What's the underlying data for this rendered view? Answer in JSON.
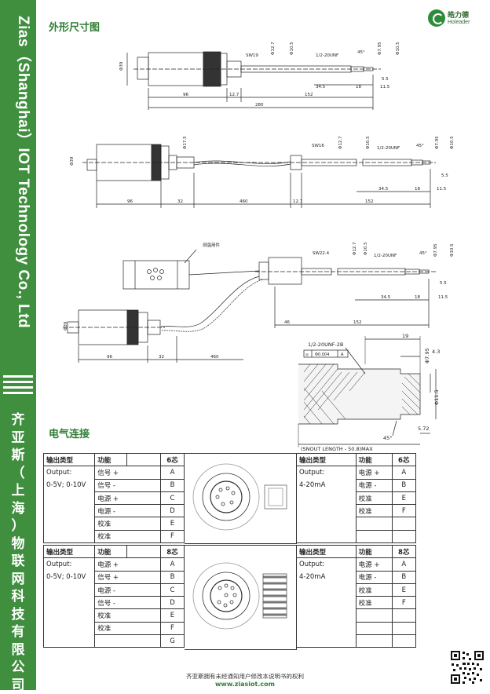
{
  "sidebar": {
    "company_en": "Zias（Shanghai）IOT Technology Co., Ltd",
    "company_cn": [
      "齐",
      "亚",
      "斯",
      "（",
      "上",
      "海",
      "）",
      "物",
      "联",
      "网",
      "科",
      "技",
      "有",
      "限",
      "公",
      "司"
    ]
  },
  "logo": {
    "cn": "皓力德",
    "en": "Holeader"
  },
  "section1": {
    "title": "外形尺寸图"
  },
  "section2": {
    "title": "电气连接"
  },
  "drawing": {
    "d1": {
      "sw": "SW19",
      "d127": "Φ12.7",
      "d105": "Φ10.5",
      "thread": "1/2-20UNF",
      "angle": "45°",
      "d795": "Φ7.95",
      "d105b": "Φ10.5",
      "d39": "Φ39",
      "d55": "5.5",
      "d345": "34.5",
      "d18": "18",
      "d115": "11.5",
      "d96": "96",
      "d127l": "12.7",
      "d152": "152",
      "d280": "280"
    },
    "d2": {
      "d175": "Φ17.5",
      "sw": "SW16",
      "d127": "Φ12.7",
      "d105": "Φ10.5",
      "thread": "1/2-20UNF",
      "angle": "45°",
      "d795": "Φ7.95",
      "d105b": "Φ10.5",
      "d39": "Φ39",
      "d55": "5.5",
      "d345": "34.5",
      "d18": "18",
      "d115": "11.5",
      "d96": "96",
      "d32": "32",
      "d460": "460",
      "d127l": "12.7",
      "d152": "152"
    },
    "d3": {
      "label": "测温用件",
      "sw": "SW22.4",
      "d127": "Φ12.7",
      "d105": "Φ10.5",
      "thread": "1/2-20UNF",
      "angle": "45°",
      "d795": "Φ7.95",
      "d105b": "Φ10.5",
      "d55": "5.5",
      "d345": "34.5",
      "d18": "18",
      "d115": "11.5",
      "d39": "Φ39",
      "d96": "96",
      "d32": "32",
      "d460": "460",
      "d46": "46",
      "d152": "152"
    },
    "d4": {
      "thread": "1/2-20UNF-2B",
      "tol1": "Φ0.004",
      "tol2": "A",
      "d19": "19",
      "d43": "4.3",
      "d795": "Φ7.95",
      "d115": "Φ11.5",
      "d572": "5.72",
      "angle": "45°",
      "snout": "(SNOUT LENGTH - 50.8)MAX"
    }
  },
  "tables": {
    "t1": {
      "h1": "输出类型",
      "h2": "功能",
      "h3": "6芯",
      "output": [
        "Output:",
        "0-5V; 0-10V"
      ],
      "funcs": [
        "信号 +",
        "信号 -",
        "电源 +",
        "电源 -",
        "校准",
        "校准"
      ],
      "pins": [
        "A",
        "B",
        "C",
        "D",
        "E",
        "F"
      ]
    },
    "t2": {
      "h1": "输出类型",
      "h2": "功能",
      "h3": "6芯",
      "output": [
        "Output:",
        "4-20mA"
      ],
      "funcs": [
        "电源 +",
        "电源 -",
        "校准",
        "校准"
      ],
      "pins": [
        "A",
        "B",
        "E",
        "F"
      ]
    },
    "t3": {
      "h1": "输出类型",
      "h2": "功能",
      "h3": "8芯",
      "output": [
        "Output:",
        "0-5V; 0-10V"
      ],
      "funcs": [
        "电源 +",
        "信号 +",
        "电源 -",
        "信号 -",
        "校准",
        "校准",
        ""
      ],
      "pins": [
        "A",
        "B",
        "C",
        "D",
        "E",
        "F",
        "G"
      ]
    },
    "t4": {
      "h1": "输出类型",
      "h2": "功能",
      "h3": "8芯",
      "output": [
        "Output:",
        "4-20mA"
      ],
      "funcs": [
        "电源 +",
        "电源 -",
        "校准",
        "校准"
      ],
      "pins": [
        "A",
        "B",
        "E",
        "F"
      ]
    }
  },
  "footer": {
    "notice": "齐亚斯拥有未经通知用户修改本说明书的权利",
    "url": "www.ziasiot.com"
  }
}
